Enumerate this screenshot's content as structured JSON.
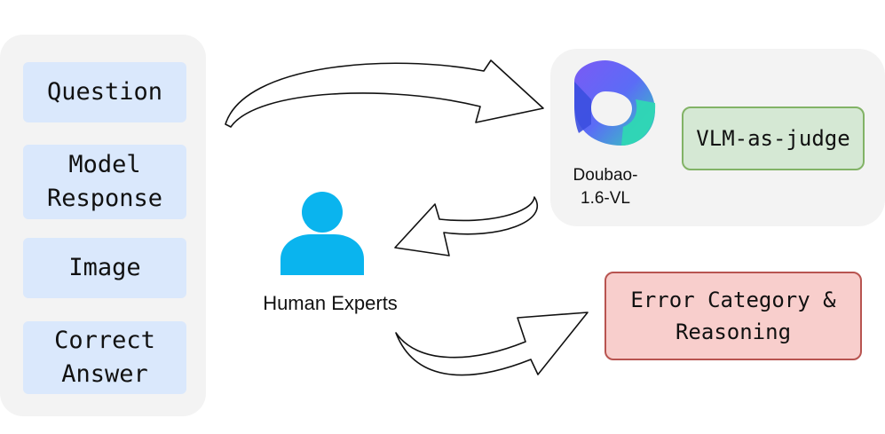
{
  "inputs": {
    "question": "Question",
    "model_response": "Model\nResponse",
    "image": "Image",
    "correct_answer": "Correct\nAnswer"
  },
  "judge": {
    "model_name": "Doubao-\n1.6-VL",
    "role": "VLM-as-judge",
    "logo_icon": "doubao-logo-icon"
  },
  "experts": {
    "label": "Human Experts",
    "icon": "person-icon"
  },
  "output": {
    "label": "Error Category &\nReasoning"
  },
  "colors": {
    "panel": "#f3f3f3",
    "input_fill": "#dae8fc",
    "judge_fill": "#d5e8d4",
    "judge_stroke": "#82b366",
    "output_fill": "#f8cecc",
    "output_stroke": "#b85450",
    "person": "#0ab4ee"
  }
}
